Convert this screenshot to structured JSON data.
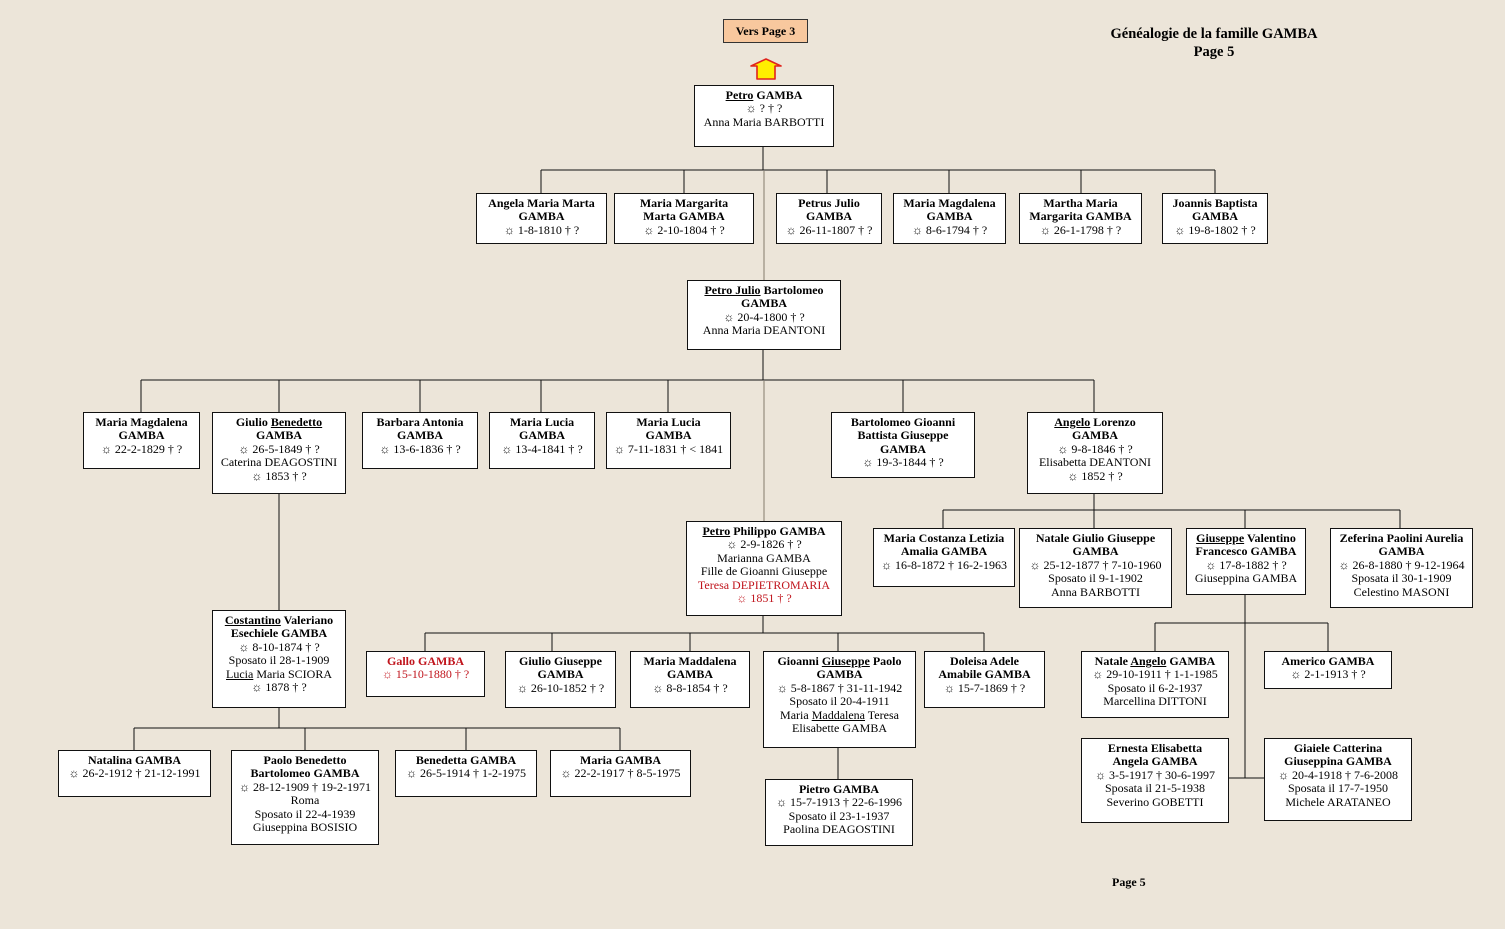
{
  "header": {
    "title": "Généalogie de la famille GAMBA",
    "page": "Page 5"
  },
  "nav": {
    "label": "Vers Page 3",
    "icon": "up-arrow-icon"
  },
  "footer": {
    "page": "Page 5"
  },
  "colors": {
    "background": "#ece5d9",
    "nav_button": "#f8c89e",
    "highlight_text": "#c0141c",
    "arrow_fill": "#ffee00",
    "arrow_stroke": "#e0241c"
  },
  "people": {
    "petro": {
      "lines": [
        {
          "segs": [
            {
              "t": "Petro",
              "u": true
            },
            {
              "t": " GAMBA"
            }
          ],
          "b": true
        },
        {
          "t": "☼ ? † ?"
        },
        {
          "t": "Anna Maria BARBOTTI"
        }
      ]
    },
    "angela_maria_marta": {
      "lines": [
        {
          "t": "Angela Maria Marta",
          "b": true
        },
        {
          "t": "GAMBA",
          "b": true
        },
        {
          "t": "☼ 1-8-1810 † ?"
        }
      ]
    },
    "maria_margarita_marta": {
      "lines": [
        {
          "t": "Maria Margarita",
          "b": true
        },
        {
          "t": "Marta GAMBA",
          "b": true
        },
        {
          "t": "☼ 2-10-1804 † ?"
        }
      ]
    },
    "petrus_julio": {
      "lines": [
        {
          "t": "Petrus Julio",
          "b": true
        },
        {
          "t": "GAMBA",
          "b": true
        },
        {
          "t": "☼ 26-11-1807 † ?"
        }
      ]
    },
    "maria_magdalena_1794": {
      "lines": [
        {
          "t": "Maria Magdalena",
          "b": true
        },
        {
          "t": "GAMBA",
          "b": true
        },
        {
          "t": "☼ 8-6-1794 † ?"
        }
      ]
    },
    "martha_maria_margarita": {
      "lines": [
        {
          "t": "Martha Maria",
          "b": true
        },
        {
          "t": "Margarita GAMBA",
          "b": true
        },
        {
          "t": "☼ 26-1-1798 † ?"
        }
      ]
    },
    "joannis_baptista": {
      "lines": [
        {
          "t": "Joannis Baptista",
          "b": true
        },
        {
          "t": "GAMBA",
          "b": true
        },
        {
          "t": "☼ 19-8-1802 † ?"
        }
      ]
    },
    "petro_julio_bartolomeo": {
      "lines": [
        {
          "segs": [
            {
              "t": "Petro Julio",
              "u": true
            },
            {
              "t": " Bartolomeo"
            }
          ],
          "b": true
        },
        {
          "t": "GAMBA",
          "b": true
        },
        {
          "t": "☼ 20-4-1800 † ?"
        },
        {
          "t": "Anna Maria DEANTONI"
        }
      ]
    },
    "maria_magdalena_1829": {
      "lines": [
        {
          "t": "Maria Magdalena",
          "b": true
        },
        {
          "t": "GAMBA",
          "b": true
        },
        {
          "t": "☼ 22-2-1829 † ?"
        }
      ]
    },
    "giulio_benedetto": {
      "lines": [
        {
          "segs": [
            {
              "t": "Giulio "
            },
            {
              "t": "Benedetto",
              "u": true
            }
          ],
          "b": true
        },
        {
          "t": "GAMBA",
          "b": true
        },
        {
          "t": "☼ 26-5-1849 † ?"
        },
        {
          "t": "Caterina DEAGOSTINI"
        },
        {
          "t": "☼ 1853 † ?"
        }
      ]
    },
    "barbara_antonia": {
      "lines": [
        {
          "t": "Barbara Antonia",
          "b": true
        },
        {
          "t": "GAMBA",
          "b": true
        },
        {
          "t": "☼ 13-6-1836 † ?"
        }
      ]
    },
    "maria_lucia_1841": {
      "lines": [
        {
          "t": "Maria Lucia",
          "b": true
        },
        {
          "t": "GAMBA",
          "b": true
        },
        {
          "t": "☼ 13-4-1841 † ?"
        }
      ]
    },
    "maria_lucia_1831": {
      "lines": [
        {
          "t": "Maria Lucia",
          "b": true
        },
        {
          "t": "GAMBA",
          "b": true
        },
        {
          "t": "☼ 7-11-1831 † < 1841"
        }
      ]
    },
    "bartolomeo_gioanni": {
      "lines": [
        {
          "t": "Bartolomeo Gioanni",
          "b": true
        },
        {
          "t": "Battista Giuseppe",
          "b": true
        },
        {
          "t": "GAMBA",
          "b": true
        },
        {
          "t": "☼ 19-3-1844 † ?"
        }
      ]
    },
    "angelo_lorenzo": {
      "lines": [
        {
          "segs": [
            {
              "t": "Angelo",
              "u": true
            },
            {
              "t": " Lorenzo"
            }
          ],
          "b": true
        },
        {
          "t": "GAMBA",
          "b": true
        },
        {
          "t": "☼ 9-8-1846 † ?"
        },
        {
          "t": "Elisabetta DEANTONI"
        },
        {
          "t": "☼ 1852 † ?"
        }
      ]
    },
    "petro_philippo": {
      "lines": [
        {
          "segs": [
            {
              "t": "Petro",
              "u": true
            },
            {
              "t": " Philippo GAMBA"
            }
          ],
          "b": true
        },
        {
          "t": "☼ 2-9-1826 † ?"
        },
        {
          "t": "Marianna GAMBA"
        },
        {
          "t": "Fille de Gioanni Giuseppe"
        },
        {
          "t": "Teresa DEPIETROMARIA",
          "red": true
        },
        {
          "t": "☼ 1851 † ?",
          "red": true
        }
      ]
    },
    "maria_costanza": {
      "lines": [
        {
          "t": "Maria Costanza Letizia",
          "b": true
        },
        {
          "t": "Amalia GAMBA",
          "b": true
        },
        {
          "t": "☼ 16-8-1872 † 16-2-1963"
        }
      ]
    },
    "natale_giulio": {
      "lines": [
        {
          "t": "Natale Giulio Giuseppe",
          "b": true
        },
        {
          "t": "GAMBA",
          "b": true
        },
        {
          "t": "☼ 25-12-1877 † 7-10-1960"
        },
        {
          "t": "Sposato il 9-1-1902"
        },
        {
          "t": "Anna BARBOTTI"
        }
      ]
    },
    "giuseppe_valentino": {
      "lines": [
        {
          "segs": [
            {
              "t": "Giuseppe",
              "u": true
            },
            {
              "t": " Valentino"
            }
          ],
          "b": true
        },
        {
          "t": "Francesco GAMBA",
          "b": true
        },
        {
          "t": "☼ 17-8-1882 † ?"
        },
        {
          "t": "Giuseppina GAMBA"
        }
      ]
    },
    "zeferina": {
      "lines": [
        {
          "t": "Zeferina Paolini Aurelia",
          "b": true
        },
        {
          "t": "GAMBA",
          "b": true
        },
        {
          "t": "☼ 26-8-1880 † 9-12-1964"
        },
        {
          "t": "Sposata il 30-1-1909"
        },
        {
          "t": "Celestino MASONI"
        }
      ]
    },
    "costantino": {
      "lines": [
        {
          "segs": [
            {
              "t": "Costantino",
              "u": true
            },
            {
              "t": " Valeriano"
            }
          ],
          "b": true
        },
        {
          "t": "Esechiele GAMBA",
          "b": true
        },
        {
          "t": "☼ 8-10-1874 † ?"
        },
        {
          "t": "Sposato il 28-1-1909"
        },
        {
          "segs": [
            {
              "t": "Lucia",
              "u": true
            },
            {
              "t": " Maria SCIORA"
            }
          ]
        },
        {
          "t": "☼ 1878 † ?"
        }
      ]
    },
    "gallo": {
      "lines": [
        {
          "t": "Gallo GAMBA",
          "b": true,
          "red": true
        },
        {
          "t": "☼ 15-10-1880 † ?",
          "red": true
        }
      ]
    },
    "giulio_giuseppe": {
      "lines": [
        {
          "t": "Giulio Giuseppe",
          "b": true
        },
        {
          "t": "GAMBA",
          "b": true
        },
        {
          "t": "☼ 26-10-1852 † ?"
        }
      ]
    },
    "maria_maddalena": {
      "lines": [
        {
          "t": "Maria Maddalena",
          "b": true
        },
        {
          "t": "GAMBA",
          "b": true
        },
        {
          "t": "☼ 8-8-1854 † ?"
        }
      ]
    },
    "gioanni_giuseppe": {
      "lines": [
        {
          "segs": [
            {
              "t": "Gioanni "
            },
            {
              "t": "Giuseppe",
              "u": true
            },
            {
              "t": " Paolo"
            }
          ],
          "b": true
        },
        {
          "t": "GAMBA",
          "b": true
        },
        {
          "t": "☼ 5-8-1867 † 31-11-1942"
        },
        {
          "t": "Sposato il 20-4-1911"
        },
        {
          "segs": [
            {
              "t": "Maria "
            },
            {
              "t": "Maddalena",
              "u": true
            },
            {
              "t": " Teresa"
            }
          ]
        },
        {
          "t": "Elisabette GAMBA"
        }
      ]
    },
    "doleisa": {
      "lines": [
        {
          "t": "Doleisa Adele",
          "b": true
        },
        {
          "t": "Amabile GAMBA",
          "b": true
        },
        {
          "t": "☼ 15-7-1869 † ?"
        }
      ]
    },
    "natale_angelo": {
      "lines": [
        {
          "segs": [
            {
              "t": "Natale "
            },
            {
              "t": "Angelo",
              "u": true
            },
            {
              "t": " GAMBA"
            }
          ],
          "b": true
        },
        {
          "t": "☼ 29-10-1911 † 1-1-1985"
        },
        {
          "t": "Sposato il 6-2-1937"
        },
        {
          "t": "Marcellina DITTONI"
        }
      ]
    },
    "americo": {
      "lines": [
        {
          "t": "Americo GAMBA",
          "b": true
        },
        {
          "t": "☼ 2-1-1913 † ?"
        }
      ]
    },
    "ernesta": {
      "lines": [
        {
          "t": "Ernesta Elisabetta",
          "b": true
        },
        {
          "t": "Angela GAMBA",
          "b": true
        },
        {
          "t": "☼ 3-5-1917 † 30-6-1997"
        },
        {
          "t": "Sposata il 21-5-1938"
        },
        {
          "t": "Severino GOBETTI"
        }
      ]
    },
    "giaiele": {
      "lines": [
        {
          "t": "Giaiele Catterina",
          "b": true
        },
        {
          "t": "Giuseppina GAMBA",
          "b": true
        },
        {
          "t": "☼ 20-4-1918 † 7-6-2008"
        },
        {
          "t": "Sposata il 17-7-1950"
        },
        {
          "t": "Michele ARATANEO"
        }
      ]
    },
    "natalina": {
      "lines": [
        {
          "t": "Natalina GAMBA",
          "b": true
        },
        {
          "t": "☼ 26-2-1912 † 21-12-1991"
        }
      ]
    },
    "paolo_benedetto": {
      "lines": [
        {
          "t": "Paolo Benedetto",
          "b": true
        },
        {
          "t": "Bartolomeo GAMBA",
          "b": true
        },
        {
          "t": "☼ 28-12-1909 † 19-2-1971"
        },
        {
          "t": "Roma"
        },
        {
          "t": "Sposato il 22-4-1939"
        },
        {
          "t": "Giuseppina BOSISIO"
        }
      ]
    },
    "benedetta": {
      "lines": [
        {
          "t": "Benedetta GAMBA",
          "b": true
        },
        {
          "t": "☼ 26-5-1914 † 1-2-1975"
        }
      ]
    },
    "maria_1917": {
      "lines": [
        {
          "t": "Maria GAMBA",
          "b": true
        },
        {
          "t": "☼ 22-2-1917 † 8-5-1975"
        }
      ]
    },
    "pietro": {
      "lines": [
        {
          "t": "Pietro GAMBA",
          "b": true
        },
        {
          "t": "☼ 15-7-1913 † 22-6-1996"
        },
        {
          "t": "Sposato il 23-1-1937"
        },
        {
          "t": "Paolina DEAGOSTINI"
        }
      ]
    }
  }
}
